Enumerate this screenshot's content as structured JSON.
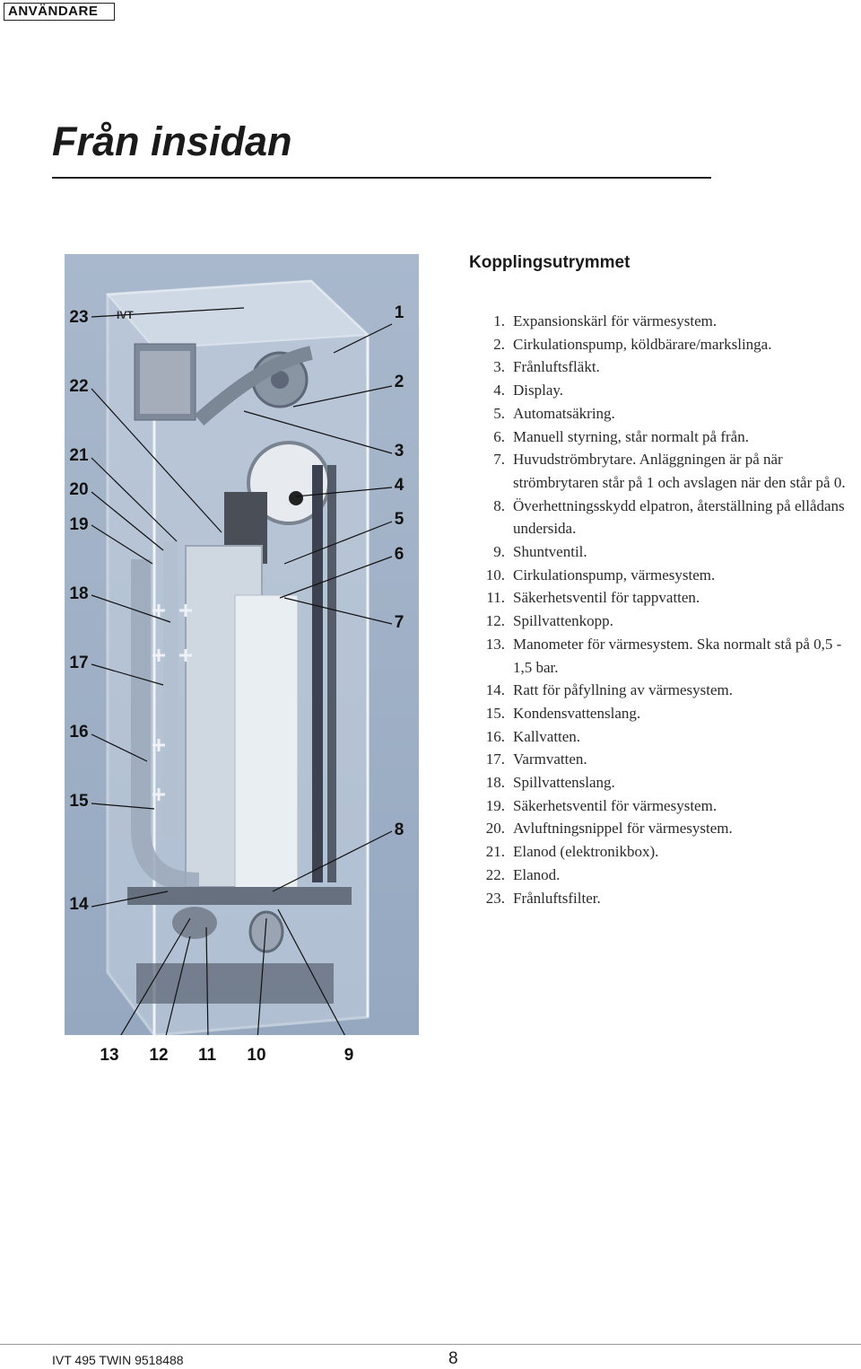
{
  "header": {
    "section_tag": "ANVÄNDARE"
  },
  "title": "Från insidan",
  "section_heading": "Kopplingsutrymmet",
  "parts": [
    {
      "num": "1.",
      "text": "Expansionskärl för värmesystem."
    },
    {
      "num": "2.",
      "text": "Cirkulationspump, köldbärare/markslinga."
    },
    {
      "num": "3.",
      "text": "Frånluftsfläkt."
    },
    {
      "num": "4.",
      "text": "Display."
    },
    {
      "num": "5.",
      "text": "Automatsäkring."
    },
    {
      "num": "6.",
      "text": "Manuell styrning, står normalt på från."
    },
    {
      "num": "7.",
      "text": "Huvudströmbrytare. Anläggningen är på när strömbrytaren står på 1 och avslagen när den står på 0."
    },
    {
      "num": "8.",
      "text": "Överhettningsskydd elpatron, återställning på ellådans undersida."
    },
    {
      "num": "9.",
      "text": "Shuntventil."
    },
    {
      "num": "10.",
      "text": "Cirkulationspump, värmesystem."
    },
    {
      "num": "11.",
      "text": "Säkerhetsventil för tappvatten."
    },
    {
      "num": "12.",
      "text": "Spillvattenkopp."
    },
    {
      "num": "13.",
      "text": "Manometer för värmesystem. Ska normalt stå på 0,5 - 1,5 bar."
    },
    {
      "num": "14.",
      "text": "Ratt för påfyllning av värmesystem."
    },
    {
      "num": "15.",
      "text": "Kondensvattenslang."
    },
    {
      "num": "16.",
      "text": "Kallvatten."
    },
    {
      "num": "17.",
      "text": "Varmvatten."
    },
    {
      "num": "18.",
      "text": "Spillvattenslang."
    },
    {
      "num": "19.",
      "text": "Säkerhetsventil för värmesystem."
    },
    {
      "num": "20.",
      "text": "Avluftningsnippel för värmesystem."
    },
    {
      "num": "21.",
      "text": "Elanod (elektronikbox)."
    },
    {
      "num": "22.",
      "text": "Elanod."
    },
    {
      "num": "23.",
      "text": "Frånluftsfilter."
    }
  ],
  "figure": {
    "brand_label": "IVT",
    "callouts_left": [
      "23",
      "22",
      "21",
      "20",
      "19",
      "18",
      "17",
      "16",
      "15",
      "14"
    ],
    "callouts_right": [
      "1",
      "2",
      "3",
      "4",
      "5",
      "6",
      "7",
      "8"
    ],
    "callouts_bottom": [
      "13",
      "12",
      "11",
      "10",
      "9"
    ]
  },
  "footer": {
    "model": "IVT 495 TWIN  9518488",
    "page_number": "8"
  }
}
